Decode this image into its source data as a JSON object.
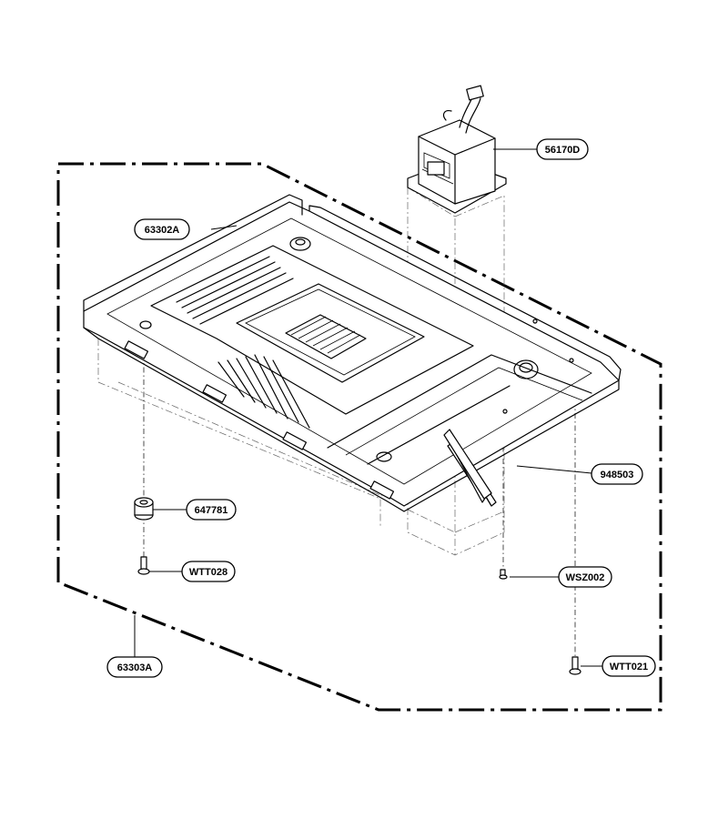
{
  "parts": [
    {
      "id": "56170D",
      "name": "transformer"
    },
    {
      "id": "63302A",
      "name": "base-plate"
    },
    {
      "id": "948503",
      "name": "foam-strip"
    },
    {
      "id": "647781",
      "name": "foot"
    },
    {
      "id": "WTT028",
      "name": "screw-foot"
    },
    {
      "id": "WSZ002",
      "name": "screw-plate"
    },
    {
      "id": "63303A",
      "name": "base-assembly"
    },
    {
      "id": "WTT021",
      "name": "screw-transformer"
    }
  ]
}
